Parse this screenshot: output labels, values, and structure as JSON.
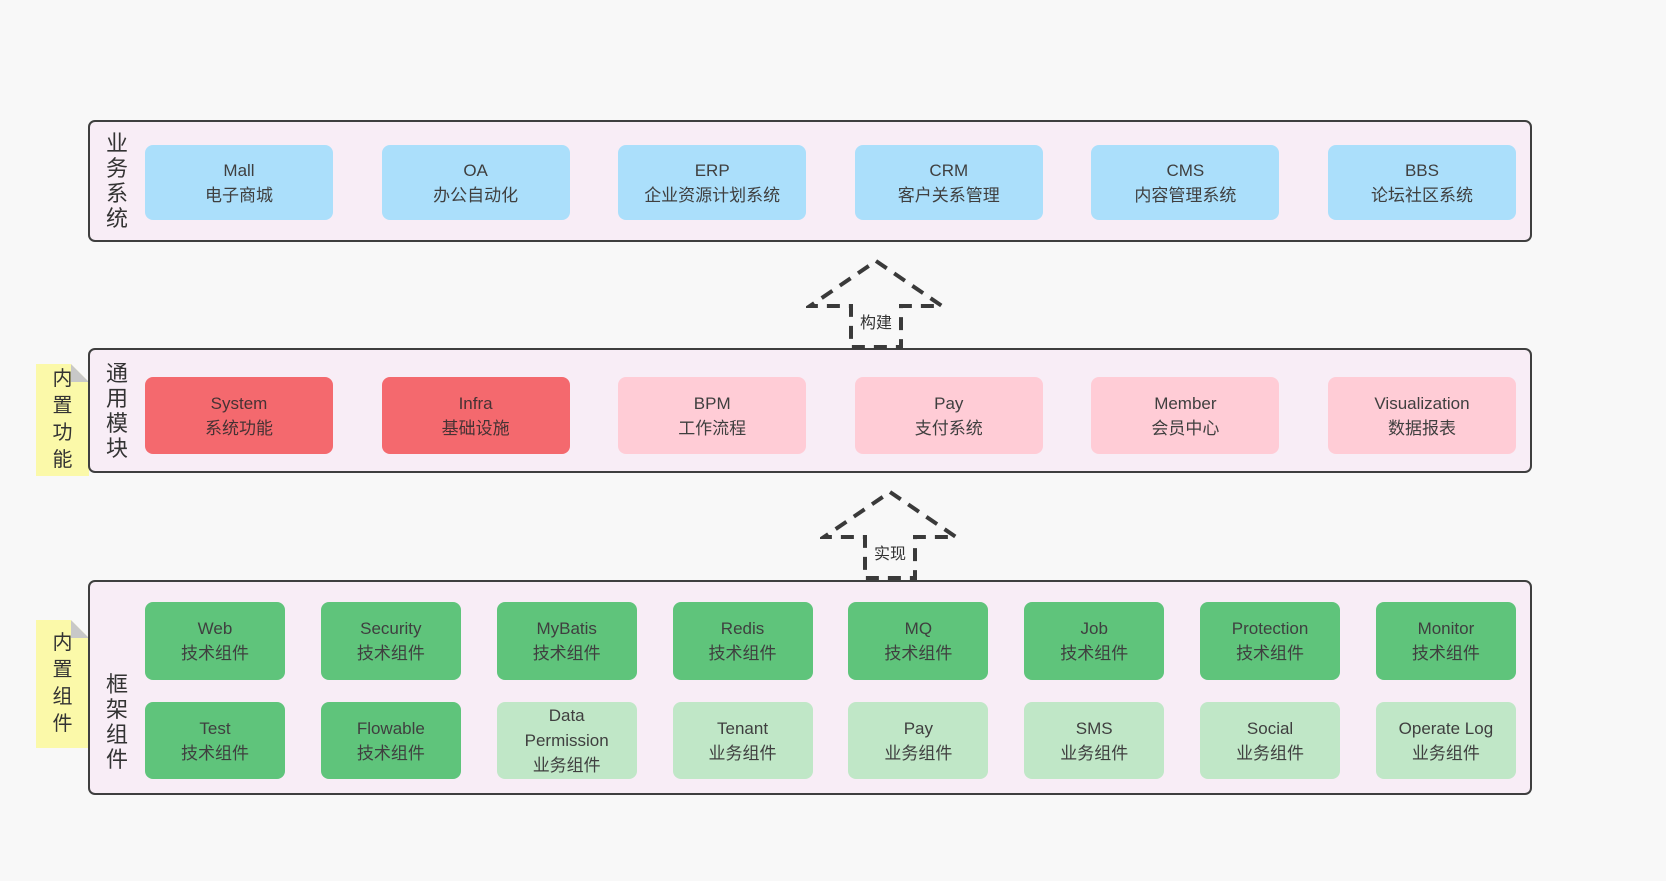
{
  "palette": {
    "page_bg": "#f8f8f8",
    "panel_bg": "#f8edf6",
    "panel_border": "#3f3f3f",
    "blue": "#abdffb",
    "red": "#f4696e",
    "pink": "#ffccd6",
    "green": "#5fc47b",
    "green_light": "#c0e7c7",
    "note_yellow": "#fbf9a9",
    "note_fold": "#c8c8c8",
    "text": "#3f3f3f",
    "arrow": "#3a3a3a"
  },
  "arrows": [
    {
      "label": "构建"
    },
    {
      "label": "实现"
    }
  ],
  "sections": [
    {
      "id": "business-systems",
      "label": "业务系统",
      "note": null,
      "rows": [
        [
          {
            "name": "Mall",
            "desc": "电子商城",
            "variant": "blue"
          },
          {
            "name": "OA",
            "desc": "办公自动化",
            "variant": "blue"
          },
          {
            "name": "ERP",
            "desc": "企业资源计划系统",
            "variant": "blue"
          },
          {
            "name": "CRM",
            "desc": "客户关系管理",
            "variant": "blue"
          },
          {
            "name": "CMS",
            "desc": "内容管理系统",
            "variant": "blue"
          },
          {
            "name": "BBS",
            "desc": "论坛社区系统",
            "variant": "blue"
          }
        ]
      ]
    },
    {
      "id": "common-modules",
      "label": "通用模块",
      "note": "内置功能",
      "rows": [
        [
          {
            "name": "System",
            "desc": "系统功能",
            "variant": "red"
          },
          {
            "name": "Infra",
            "desc": "基础设施",
            "variant": "red"
          },
          {
            "name": "BPM",
            "desc": "工作流程",
            "variant": "pink"
          },
          {
            "name": "Pay",
            "desc": "支付系统",
            "variant": "pink"
          },
          {
            "name": "Member",
            "desc": "会员中心",
            "variant": "pink"
          },
          {
            "name": "Visualization",
            "desc": "数据报表",
            "variant": "pink"
          }
        ]
      ]
    },
    {
      "id": "framework-components",
      "label": "框架组件",
      "note": "内置组件",
      "rows": [
        [
          {
            "name": "Web",
            "desc": "技术组件",
            "variant": "green"
          },
          {
            "name": "Security",
            "desc": "技术组件",
            "variant": "green"
          },
          {
            "name": "MyBatis",
            "desc": "技术组件",
            "variant": "green"
          },
          {
            "name": "Redis",
            "desc": "技术组件",
            "variant": "green"
          },
          {
            "name": "MQ",
            "desc": "技术组件",
            "variant": "green"
          },
          {
            "name": "Job",
            "desc": "技术组件",
            "variant": "green"
          },
          {
            "name": "Protection",
            "desc": "技术组件",
            "variant": "green"
          },
          {
            "name": "Monitor",
            "desc": "技术组件",
            "variant": "green"
          }
        ],
        [
          {
            "name": "Test",
            "desc": "技术组件",
            "variant": "green"
          },
          {
            "name": "Flowable",
            "desc": "技术组件",
            "variant": "green"
          },
          {
            "name": "Data Permission",
            "desc": "业务组件",
            "variant": "green_light"
          },
          {
            "name": "Tenant",
            "desc": "业务组件",
            "variant": "green_light"
          },
          {
            "name": "Pay",
            "desc": "业务组件",
            "variant": "green_light"
          },
          {
            "name": "SMS",
            "desc": "业务组件",
            "variant": "green_light"
          },
          {
            "name": "Social",
            "desc": "业务组件",
            "variant": "green_light"
          },
          {
            "name": "Operate Log",
            "desc": "业务组件",
            "variant": "green_light"
          }
        ]
      ]
    }
  ]
}
